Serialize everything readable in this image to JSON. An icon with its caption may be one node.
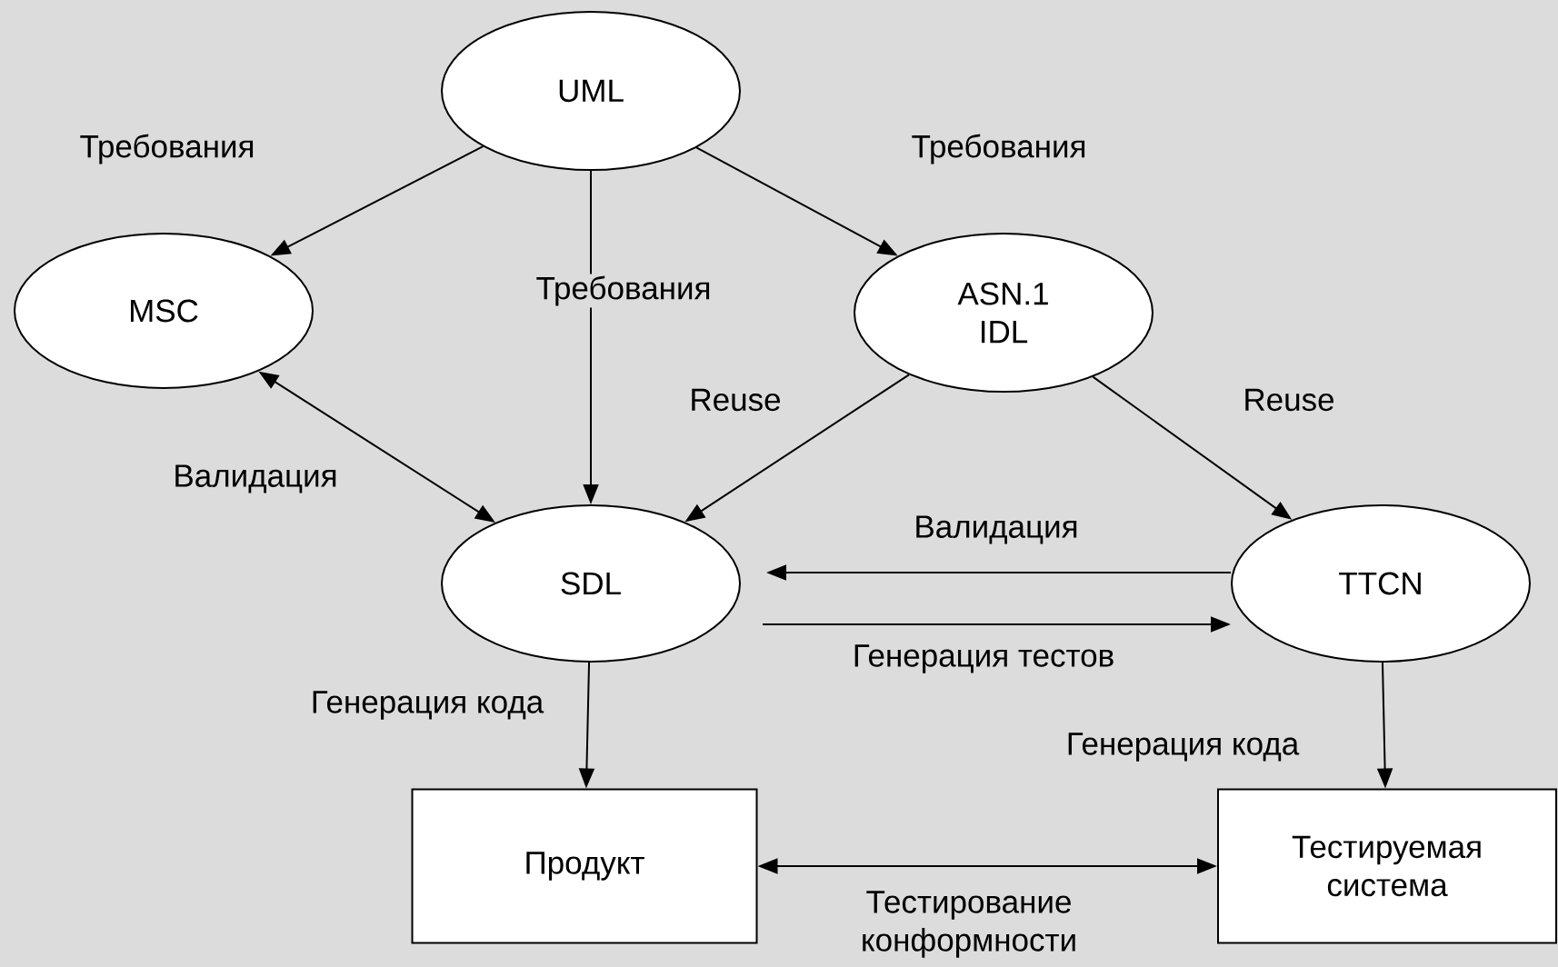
{
  "diagram": {
    "nodes": [
      {
        "text": [
          "UML"
        ]
      },
      {
        "text": [
          "MSC"
        ]
      },
      {
        "text": [
          "ASN.1 IDL"
        ]
      },
      {
        "text": [
          "SDL"
        ]
      },
      {
        "text": [
          "TTCN"
        ]
      },
      {
        "text": [
          "Продукт"
        ]
      },
      {
        "text": [
          "Тестируемая система"
        ]
      }
    ],
    "edges": [
      {
        "from": 0,
        "to": 1,
        "arrow": "to",
        "label": "Требования"
      },
      {
        "from": 0,
        "to": 3,
        "arrow": "to",
        "label": "Требования"
      },
      {
        "from": 0,
        "to": 2,
        "arrow": "to",
        "label": "Требования"
      },
      {
        "from": 1,
        "to": 3,
        "arrow": "both",
        "label": "Валидация"
      },
      {
        "from": 2,
        "to": 3,
        "arrow": "to",
        "label": "Reuse"
      },
      {
        "from": 2,
        "to": 4,
        "arrow": "to",
        "label": "Reuse"
      },
      {
        "from": 4,
        "to": 3,
        "arrow": "to",
        "label": "Валидация"
      },
      {
        "from": 3,
        "to": 4,
        "arrow": "to",
        "label": "Генерация тестов"
      },
      {
        "from": 3,
        "to": 5,
        "arrow": "to",
        "label": "Генерация кода"
      },
      {
        "from": 4,
        "to": 6,
        "arrow": "to",
        "label": "Генерация кода"
      },
      {
        "from": 5,
        "to": 6,
        "arrow": "both",
        "label": "Тестирование конформности"
      }
    ]
  }
}
